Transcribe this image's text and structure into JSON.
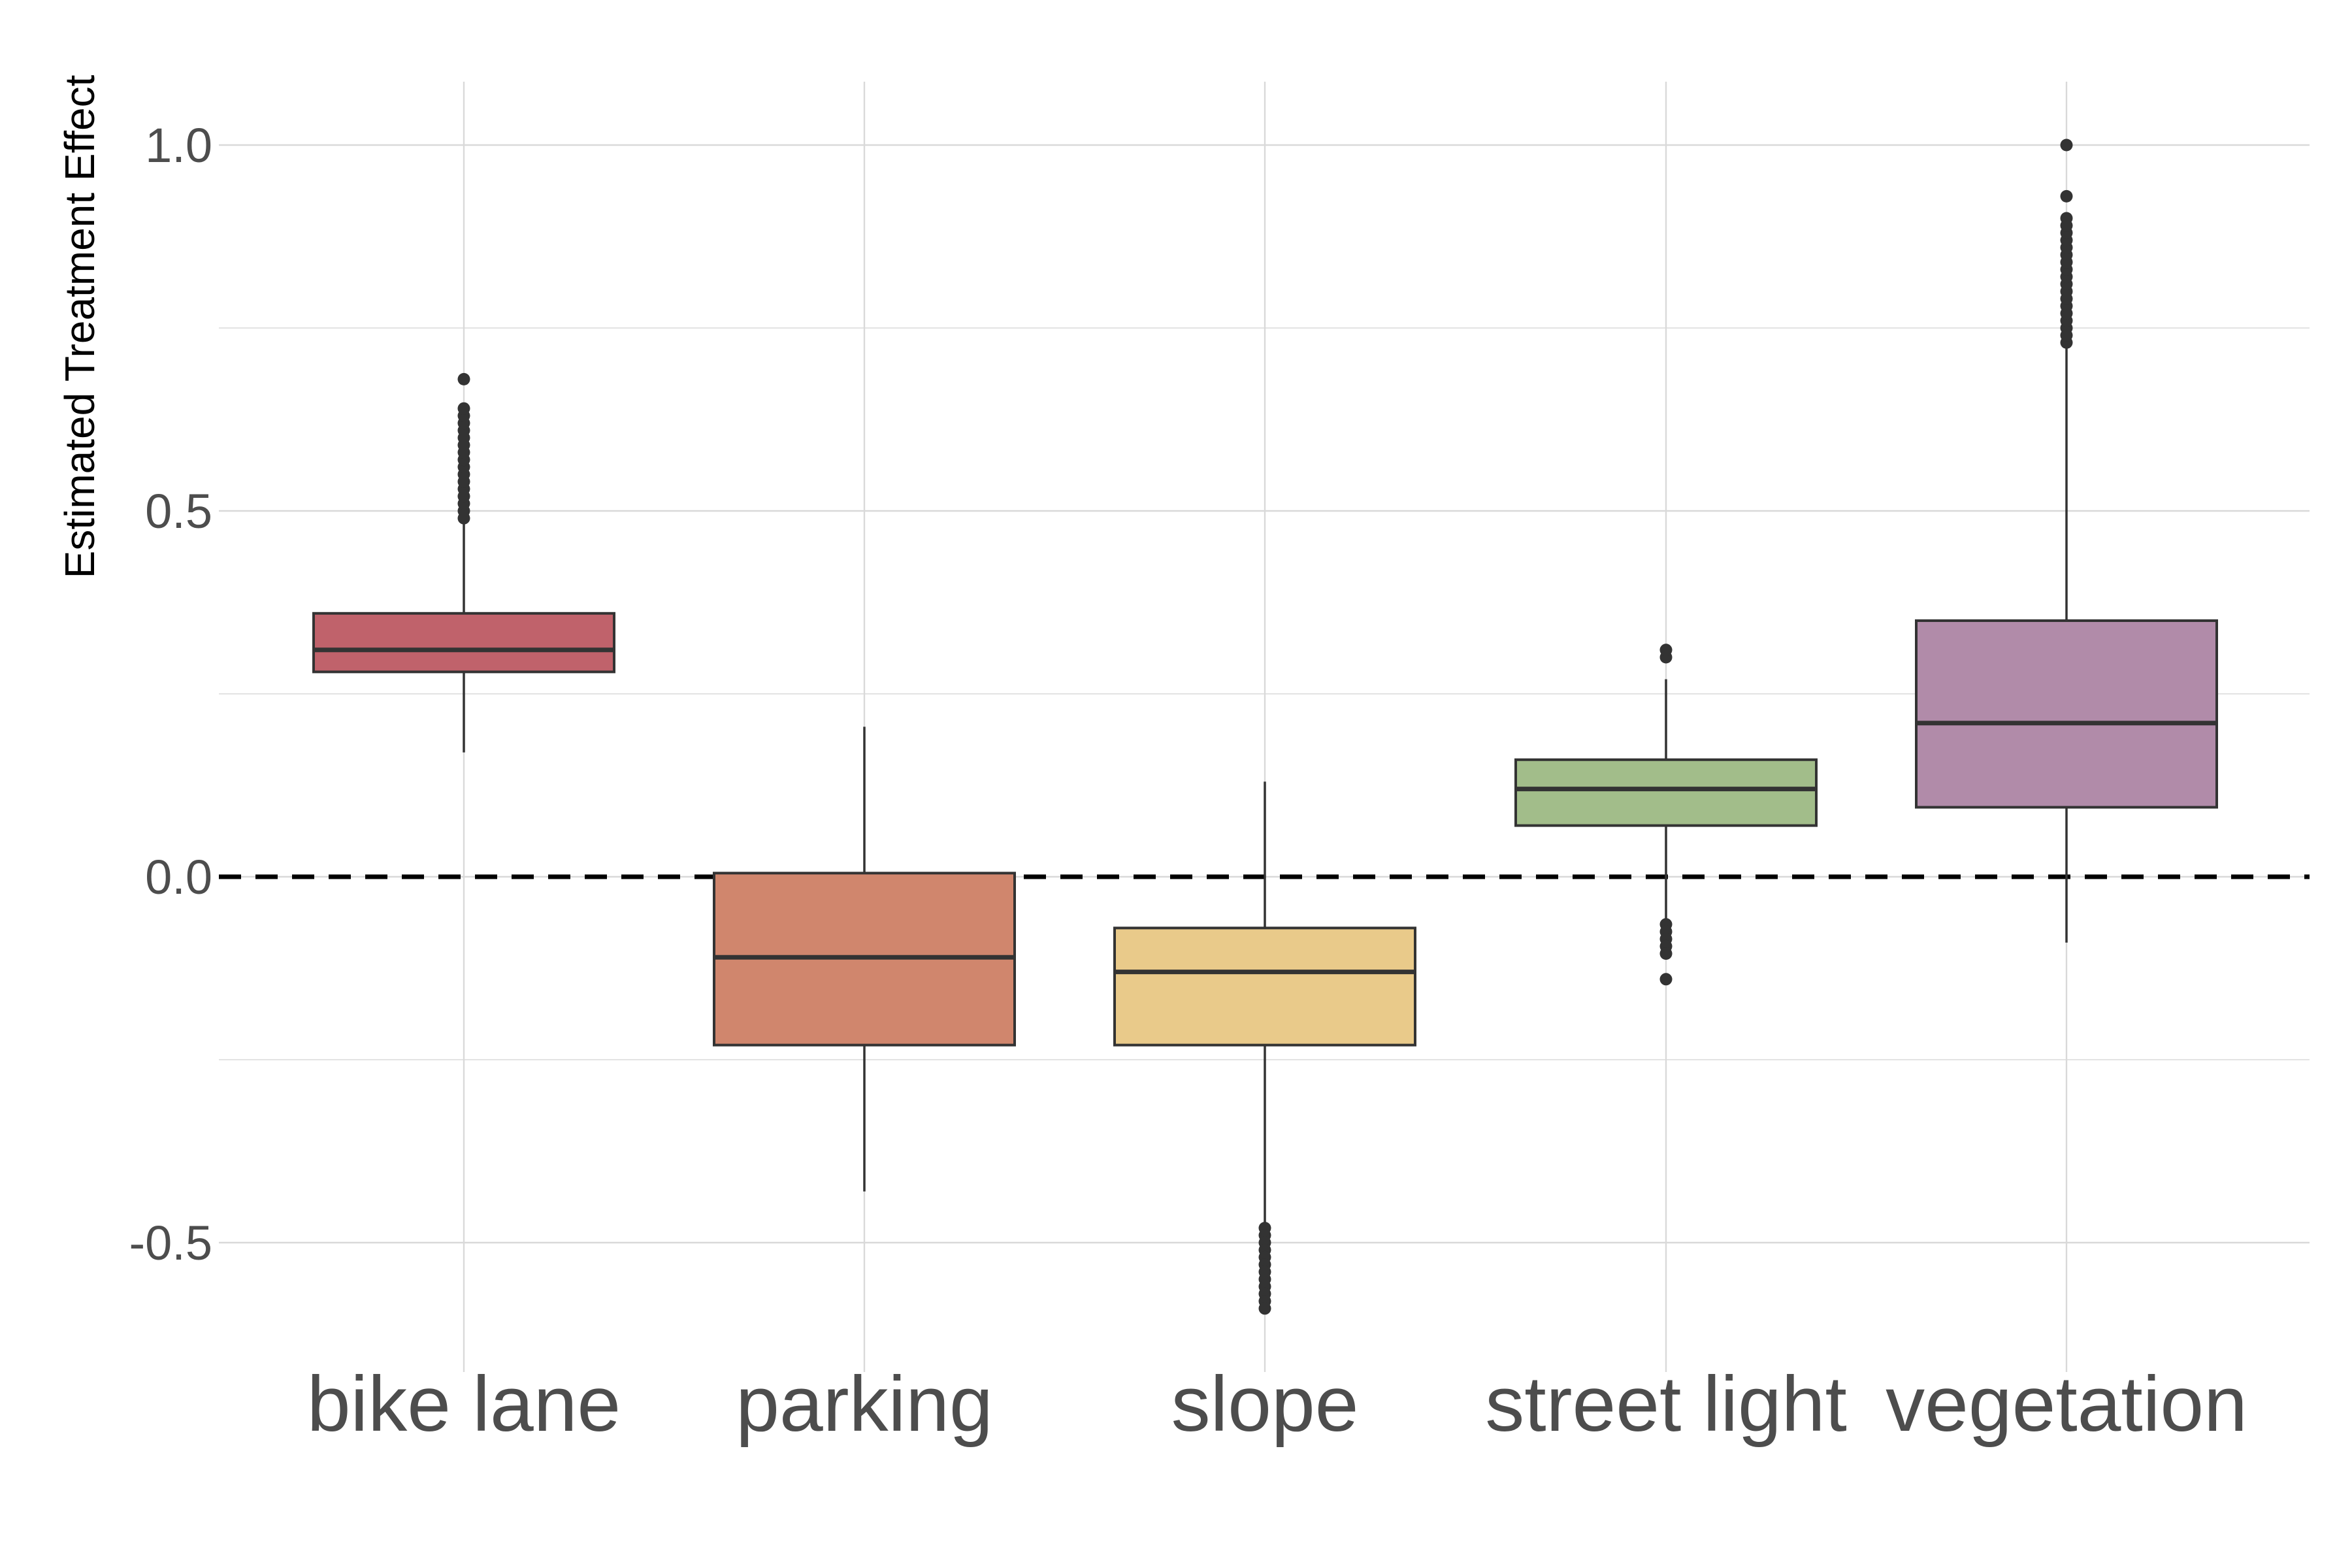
{
  "chart_data": {
    "type": "boxplot",
    "title": "",
    "xlabel": "",
    "ylabel": "Estimated Treatment Effect",
    "ylim": [
      -0.67,
      1.09
    ],
    "yticks": [
      -0.5,
      0.0,
      0.5,
      1.0
    ],
    "ytick_labels": [
      "-0.5",
      "0.0",
      "0.5",
      "1.0"
    ],
    "grid": true,
    "legend": "none",
    "reference_line": {
      "y": 0.0,
      "style": "dashed",
      "color": "#000000"
    },
    "categories": [
      "bike lane",
      "parking",
      "slope",
      "street light",
      "vegetation"
    ],
    "boxes": [
      {
        "category": "bike lane",
        "color": "#c0626b",
        "whisker_low": 0.17,
        "q1": 0.28,
        "median": 0.31,
        "q3": 0.36,
        "whisker_high": 0.49,
        "outliers": [
          0.49,
          0.5,
          0.51,
          0.52,
          0.53,
          0.54,
          0.55,
          0.56,
          0.57,
          0.58,
          0.59,
          0.6,
          0.61,
          0.62,
          0.63,
          0.64,
          0.68
        ]
      },
      {
        "category": "parking",
        "color": "#d0866d",
        "whisker_low": -0.43,
        "q1": -0.23,
        "median": -0.11,
        "q3": 0.005,
        "whisker_high": 0.205,
        "outliers": []
      },
      {
        "category": "slope",
        "color": "#e9ca8a",
        "whisker_low": -0.48,
        "q1": -0.23,
        "median": -0.13,
        "q3": -0.07,
        "whisker_high": 0.13,
        "outliers": [
          -0.48,
          -0.49,
          -0.5,
          -0.51,
          -0.52,
          -0.53,
          -0.54,
          -0.55,
          -0.56,
          -0.57,
          -0.58,
          -0.59
        ]
      },
      {
        "category": "street light",
        "color": "#a2bd8a",
        "whisker_low": -0.06,
        "q1": 0.07,
        "median": 0.12,
        "q3": 0.16,
        "whisker_high": 0.27,
        "outliers": [
          0.3,
          0.31,
          -0.065,
          -0.075,
          -0.085,
          -0.095,
          -0.105,
          -0.14
        ]
      },
      {
        "category": "vegetation",
        "color": "#b18ba9",
        "whisker_low": -0.09,
        "q1": 0.095,
        "median": 0.21,
        "q3": 0.35,
        "whisker_high": 0.73,
        "outliers": [
          0.73,
          0.74,
          0.75,
          0.76,
          0.77,
          0.78,
          0.79,
          0.8,
          0.81,
          0.82,
          0.83,
          0.84,
          0.85,
          0.86,
          0.87,
          0.88,
          0.89,
          0.9,
          0.93,
          1.0
        ]
      }
    ]
  }
}
